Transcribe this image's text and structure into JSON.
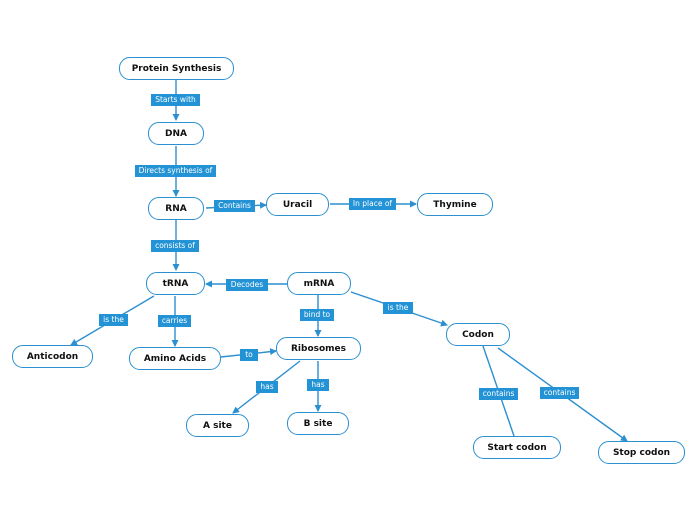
{
  "colors": {
    "line": "#2b8fd0",
    "label_bg": "#2393d6",
    "label_text": "#ffffff"
  },
  "nodes": {
    "protein_synthesis": "Protein Synthesis",
    "dna": "DNA",
    "rna": "RNA",
    "uracil": "Uracil",
    "thymine": "Thymine",
    "trna": "tRNA",
    "mrna": "mRNA",
    "anticodon": "Anticodon",
    "amino_acids": "Amino Acids",
    "ribosomes": "Ribosomes",
    "codon": "Codon",
    "a_site": "A site",
    "b_site": "B site",
    "start_codon": "Start codon",
    "stop_codon": "Stop codon"
  },
  "links": {
    "starts_with": "Starts with",
    "directs_synthesis_of": "Directs synthesis of",
    "contains_uracil": "Contains",
    "in_place_of": "In place of",
    "consists_of": "consists of",
    "decodes": "Decodes",
    "is_the_anticodon": "is the",
    "carries": "carries",
    "bind_to": "bind to",
    "is_the_codon": "is the",
    "to": "to",
    "has_a": "has",
    "has_b": "has",
    "contains_start": "contains",
    "contains_stop": "contains"
  }
}
